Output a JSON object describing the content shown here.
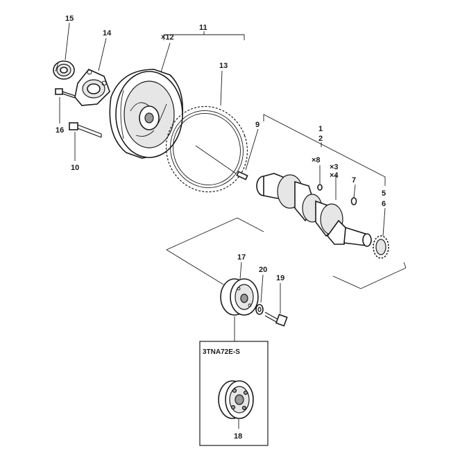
{
  "diagram": {
    "part_labels": {
      "p15": "15",
      "p14": "14",
      "p12": "×12",
      "p11": "11",
      "p13": "13",
      "p16": "16",
      "p10": "10",
      "p9": "9",
      "p1": "1",
      "p2": "2",
      "p8": "×8",
      "p3": "×3",
      "p4": "×4",
      "p7": "7",
      "p5": "5",
      "p6": "6",
      "p17": "17",
      "p20": "20",
      "p19": "19",
      "p18": "18"
    },
    "variant_box_label": "3TNA72E-S"
  }
}
